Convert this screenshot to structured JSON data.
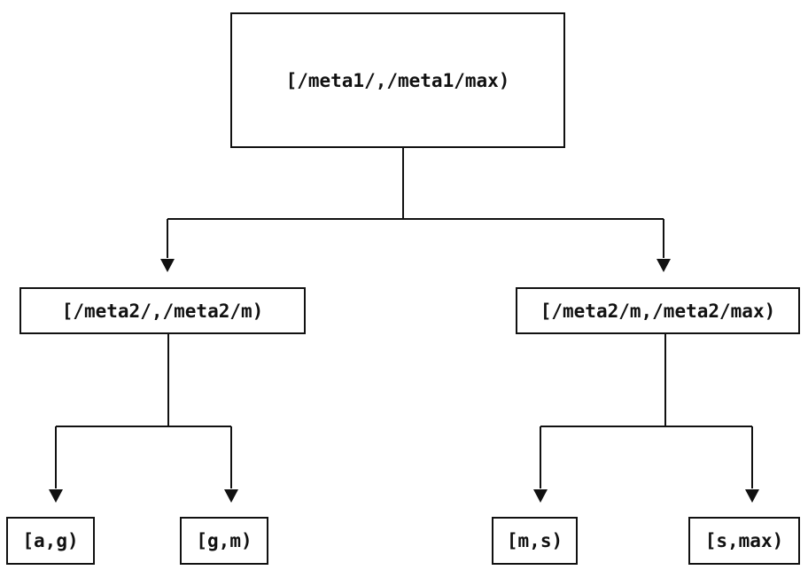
{
  "colors": {
    "line": "#111111",
    "text": "#111111",
    "background": "#ffffff"
  },
  "tree": {
    "label": "[/meta1/,/meta1/max)",
    "children": [
      {
        "label": "[/meta2/,/meta2/m)",
        "children": [
          {
            "label": "[a,g)"
          },
          {
            "label": "[g,m)"
          }
        ]
      },
      {
        "label": "[/meta2/m,/meta2/max)",
        "children": [
          {
            "label": "[m,s)"
          },
          {
            "label": "[s,max)"
          }
        ]
      }
    ]
  }
}
